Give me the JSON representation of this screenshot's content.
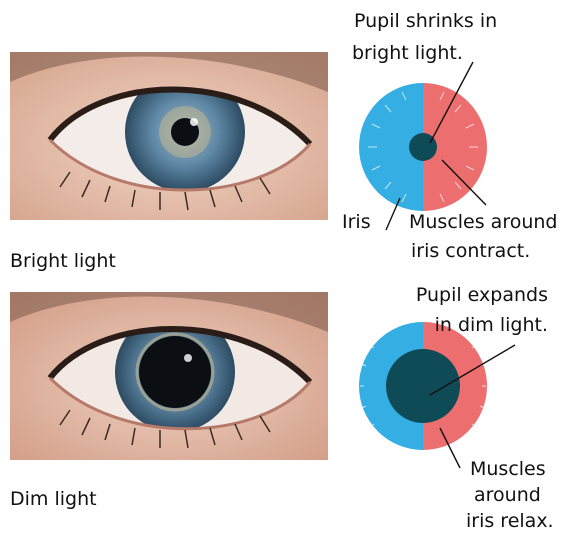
{
  "top": {
    "caption": "Bright light",
    "pupil_label_1": "Pupil shrinks in",
    "pupil_label_2": "bright light.",
    "iris_label": "Iris",
    "muscle_label_1": "Muscles around",
    "muscle_label_2": "iris contract."
  },
  "bottom": {
    "caption": "Dim light",
    "pupil_label_1": "Pupil expands",
    "pupil_label_2": "in dim light.",
    "muscle_label_1": "Muscles",
    "muscle_label_2": "around",
    "muscle_label_3": "iris relax."
  },
  "colors": {
    "iris_blue": "#35afe3",
    "muscle_red": "#ec6e6e",
    "pupil": "#0f4a57"
  }
}
